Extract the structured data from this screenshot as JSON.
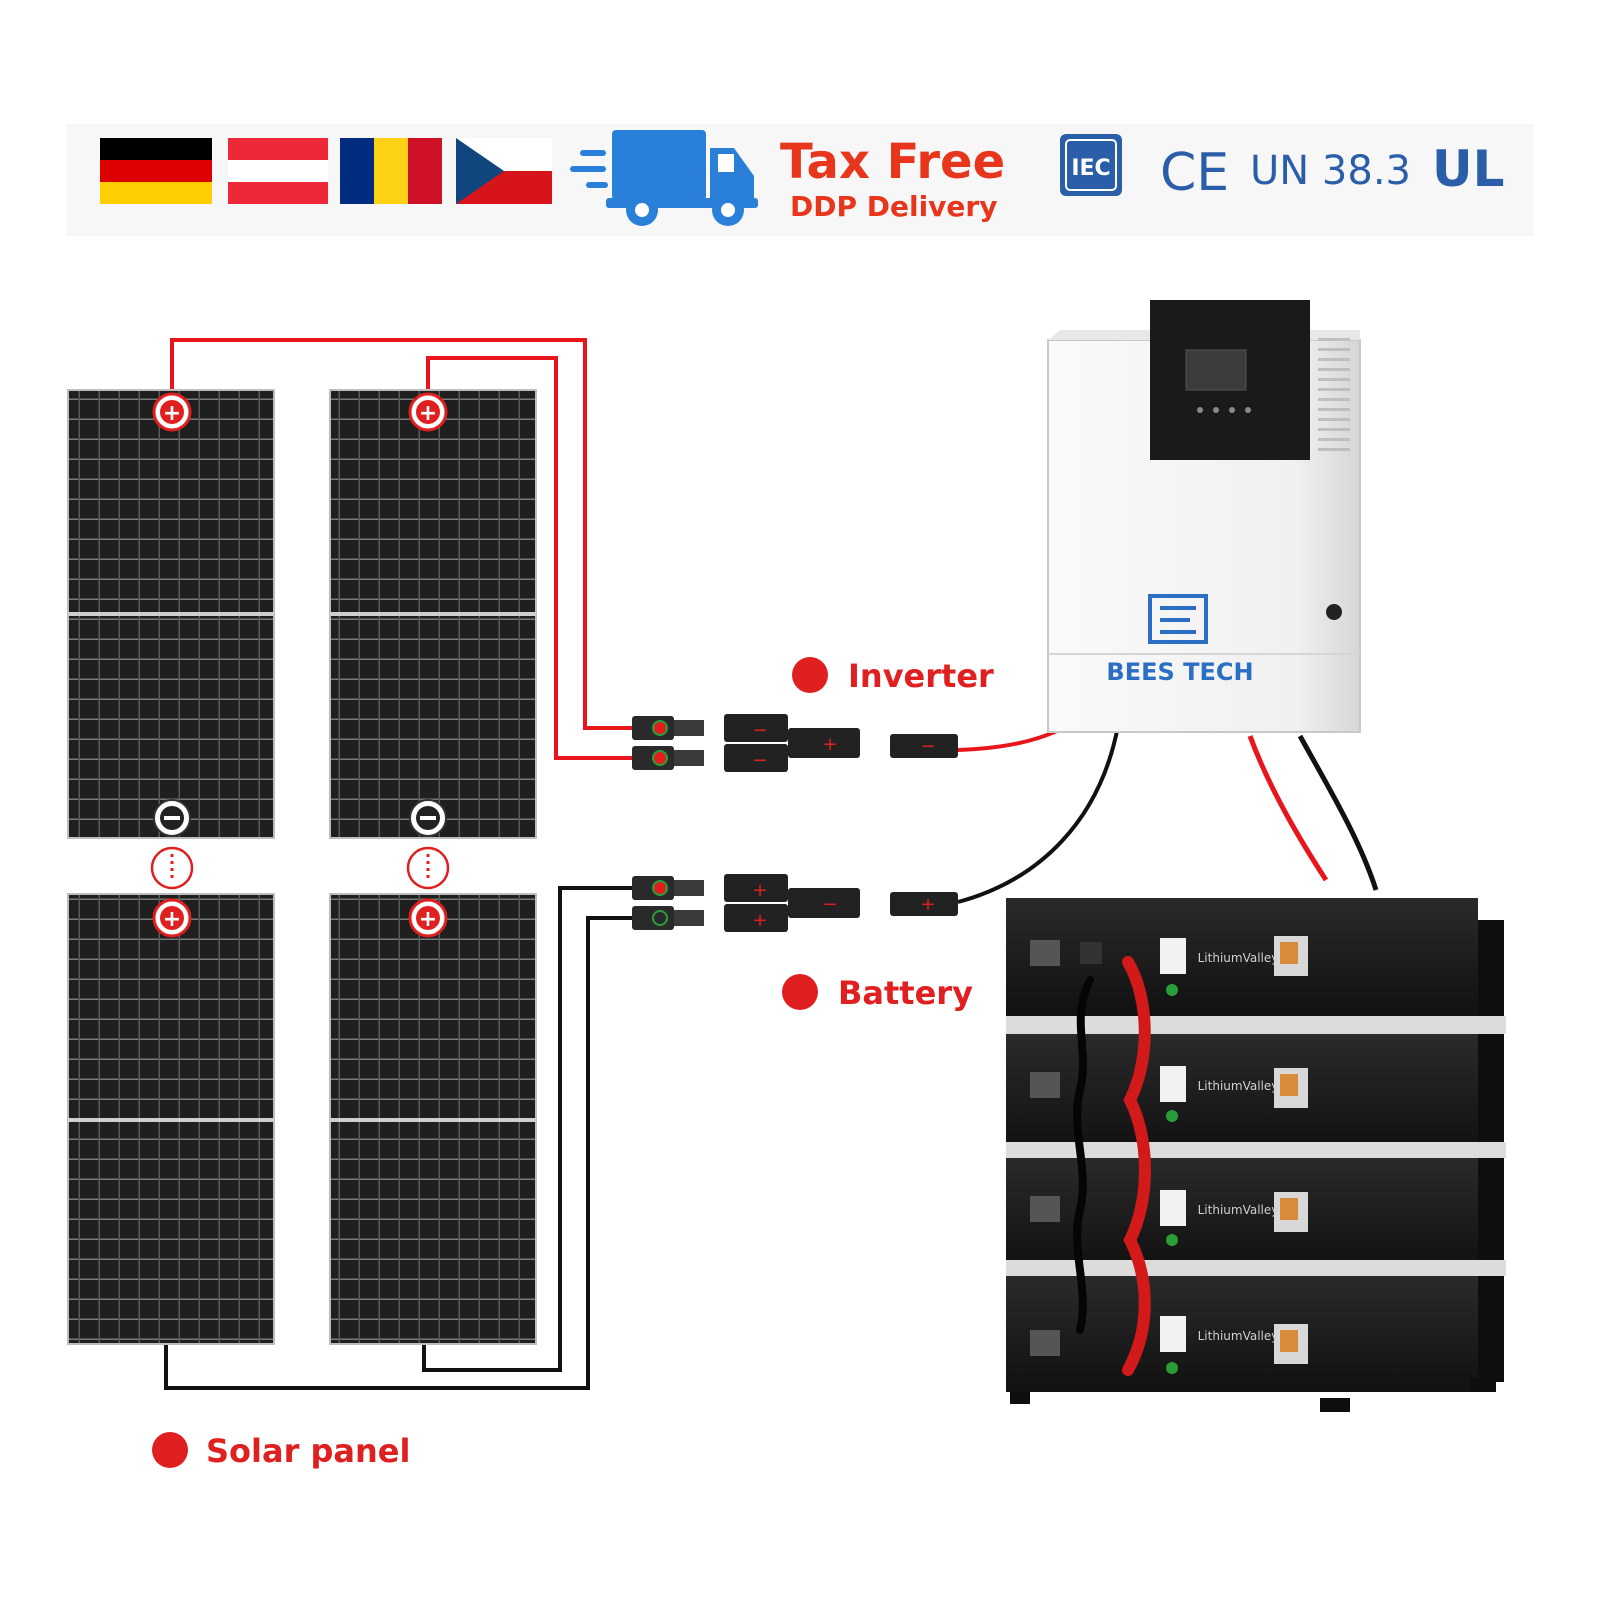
{
  "banner": {
    "flags": [
      {
        "country": "Germany",
        "colors": [
          "#000000",
          "#dd0000",
          "#ffce00"
        ]
      },
      {
        "country": "Austria",
        "colors": [
          "#ed2939",
          "#ffffff",
          "#ed2939"
        ]
      },
      {
        "country": "Romania",
        "colors": [
          "#002b7f",
          "#fcd116",
          "#ce1126"
        ]
      },
      {
        "country": "Czech Republic",
        "colors": [
          "#ffffff",
          "#d7141a",
          "#11457e"
        ]
      }
    ],
    "truck_icon": "delivery-truck-icon",
    "tax_free": "Tax Free",
    "ddp_delivery": "DDP Delivery",
    "iec": "IEC",
    "ce": "CE",
    "un383": "UN 38.3",
    "ul": "UL"
  },
  "labels": {
    "inverter": "Inverter",
    "battery": "Battery",
    "solar_panel": "Solar panel"
  },
  "inverter": {
    "brand": "BEES TECH",
    "logo_icon": "bees-tech-logo-icon"
  },
  "battery": {
    "brand": "LithiumValley",
    "modules": 4
  },
  "terminals": {
    "positive": "+",
    "negative": "−"
  },
  "colors": {
    "accent_red": "#e02020",
    "wire_red": "#e8161c",
    "wire_black": "#111111",
    "cert_blue": "#2a5ea8",
    "panel_cell": "#1c1c1c"
  }
}
